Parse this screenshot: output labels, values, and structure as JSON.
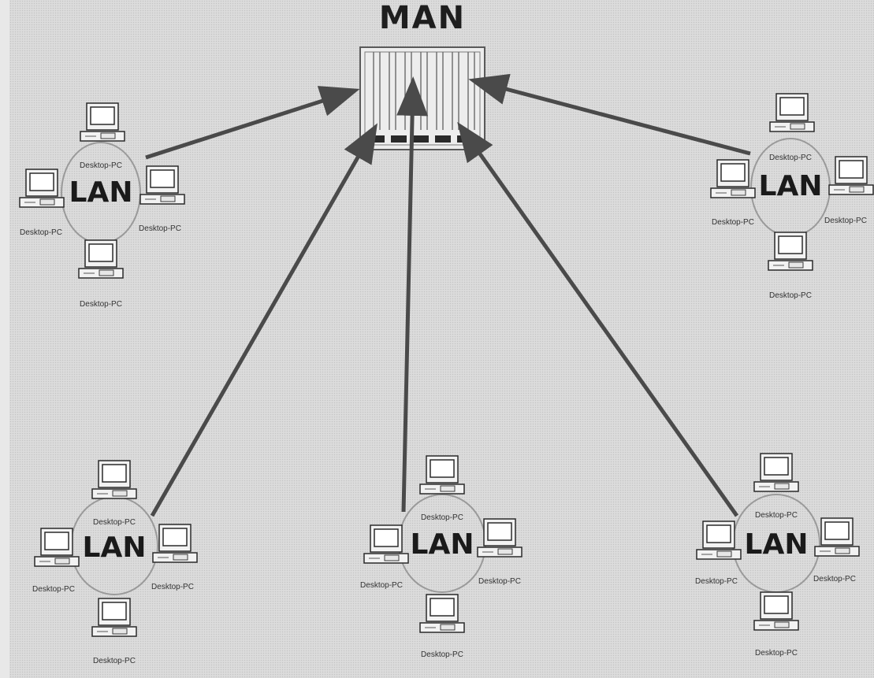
{
  "title": "MAN",
  "colors": {
    "arrow": "#4a4a4a",
    "ring": "#9a9a9a",
    "text": "#1a1a1a",
    "background": "#dcdcdc"
  },
  "lans": [
    {
      "label": "LAN",
      "pcs": [
        "Desktop-PC",
        "Desktop-PC",
        "Desktop-PC",
        "Desktop-PC"
      ]
    },
    {
      "label": "LAN",
      "pcs": [
        "Desktop-PC",
        "Desktop-PC",
        "Desktop-PC",
        "Desktop-PC"
      ]
    },
    {
      "label": "LAN",
      "pcs": [
        "Desktop-PC",
        "Desktop-PC",
        "Desktop-PC",
        "Desktop-PC"
      ]
    },
    {
      "label": "LAN",
      "pcs": [
        "Desktop-PC",
        "Desktop-PC",
        "Desktop-PC",
        "Desktop-PC"
      ]
    },
    {
      "label": "LAN",
      "pcs": [
        "Desktop-PC",
        "Desktop-PC",
        "Desktop-PC",
        "Desktop-PC"
      ]
    }
  ],
  "icons": {
    "pc": "desktop-pc-icon",
    "man": "server-rack-icon"
  }
}
